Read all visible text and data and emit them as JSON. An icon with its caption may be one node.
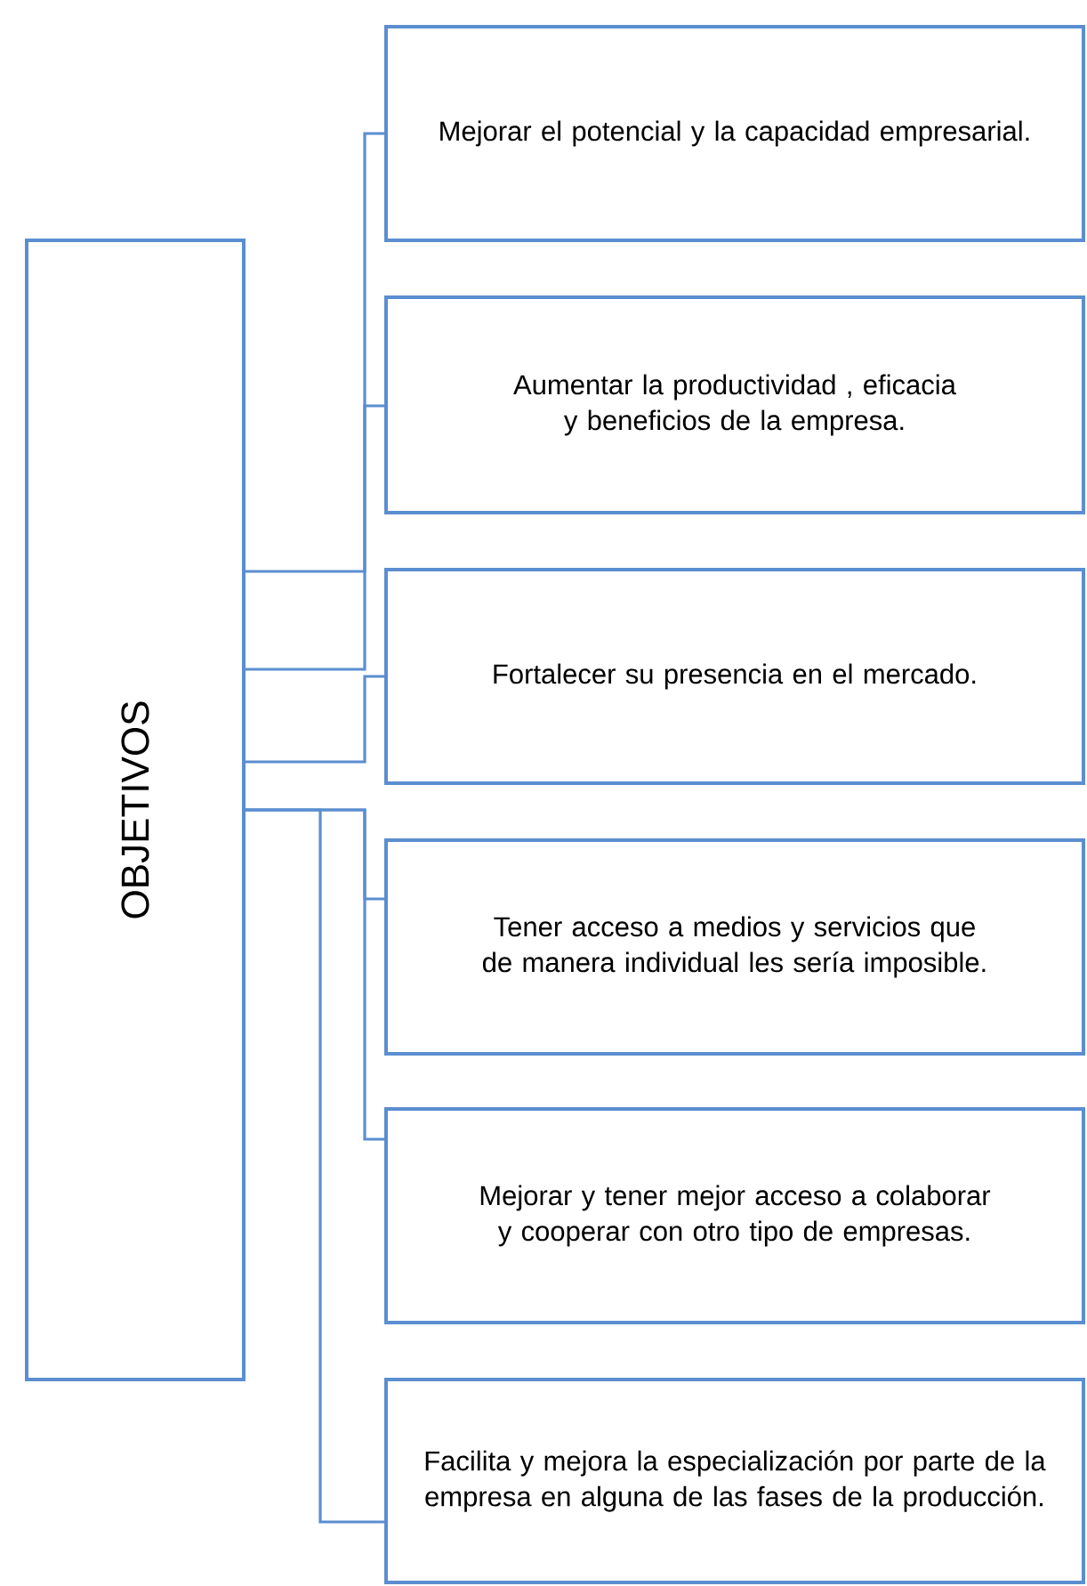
{
  "diagram": {
    "nodes": [
      {
        "text": [
          "OBJETIVOS"
        ]
      },
      {
        "text": [
          "Mejorar el potencial y la capacidad empresarial."
        ]
      },
      {
        "text": [
          "Aumentar la productividad , eficacia y beneficios de la empresa."
        ]
      },
      {
        "text": [
          "Fortalecer su presencia en el mercado."
        ]
      },
      {
        "text": [
          "Tener acceso a medios y servicios que de manera individual les sería imposible."
        ]
      },
      {
        "text": [
          "Mejorar y tener mejor acceso a colaborar y cooperar con otro tipo de empresas."
        ]
      },
      {
        "text": [
          "Facilita y mejora la especialización por parte de la empresa en alguna de las fases de la producción."
        ]
      }
    ],
    "edges": [
      {
        "from": 0,
        "to": 1,
        "arrow": "none"
      },
      {
        "from": 0,
        "to": 2,
        "arrow": "none"
      },
      {
        "from": 0,
        "to": 3,
        "arrow": "none"
      },
      {
        "from": 0,
        "to": 4,
        "arrow": "none"
      },
      {
        "from": 0,
        "to": 5,
        "arrow": "none"
      },
      {
        "from": 0,
        "to": 6,
        "arrow": "none"
      }
    ]
  }
}
